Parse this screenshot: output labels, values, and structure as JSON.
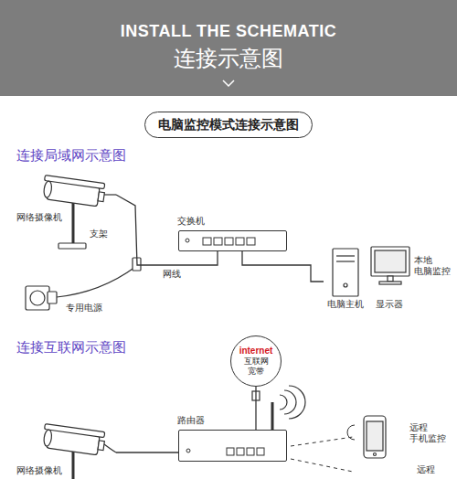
{
  "diagram": {
    "title": "INSTALL THE SCHEMATIC",
    "nodes": [
      {
        "text": [
          "电脑监控模式连接示意图"
        ]
      },
      {
        "text": [
          "网络摄像机"
        ]
      },
      {
        "text": [
          "交换机"
        ]
      },
      {
        "text": [
          "电脑主机"
        ]
      },
      {
        "text": [
          "显示器"
        ]
      },
      {
        "text": [
          "internet",
          "互联网 宽带"
        ]
      },
      {
        "text": [
          "路由器"
        ]
      },
      {
        "text": [
          "远程 手机监控"
        ]
      },
      {
        "text": [
          "网络摄像机"
        ]
      }
    ],
    "edges": [
      {
        "from": 1,
        "to": 2,
        "arrow": "none",
        "label": "网线"
      },
      {
        "from": 2,
        "to": 3,
        "arrow": "none"
      },
      {
        "from": 5,
        "to": 6,
        "arrow": "none"
      },
      {
        "from": 6,
        "to": 8,
        "arrow": "none"
      }
    ],
    "labels": [
      "连接示意图",
      "连接局域网示意图",
      "支架",
      "专用电源",
      "本地 电脑监控",
      "连接互联网示意图",
      "远程"
    ]
  }
}
